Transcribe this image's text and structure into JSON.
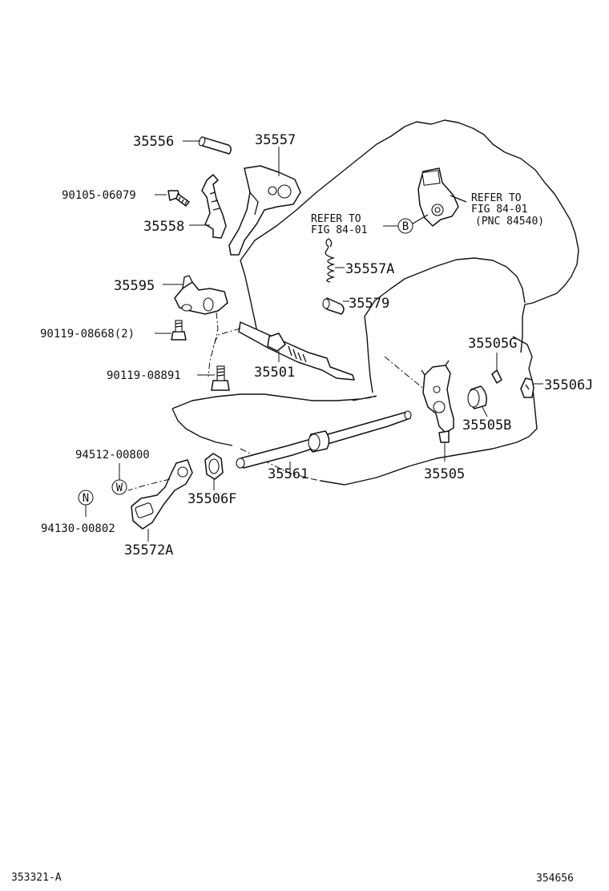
{
  "parts": {
    "p35556": "35556",
    "p35557": "35557",
    "p90105": "90105-06079",
    "p35558": "35558",
    "p35595": "35595",
    "p90119_08668": "90119-08668(2)",
    "p90119_08891": "90119-08891",
    "p35501": "35501",
    "p35557A": "35557A",
    "p35579": "35579",
    "p35505G": "35505G",
    "p35506J": "35506J",
    "p35505B": "35505B",
    "p35505": "35505",
    "p35561": "35561",
    "p35506F": "35506F",
    "p94512": "94512-00800",
    "p94130": "94130-00802",
    "p35572A": "35572A"
  },
  "refs": {
    "left": {
      "line1": "REFER TO",
      "line2": "FIG 84-01",
      "symbol": "B"
    },
    "right": {
      "line1": "REFER TO",
      "line2": "FIG 84-01",
      "line3": "(PNC 84540)"
    }
  },
  "symbols": {
    "w": "W",
    "n": "N"
  },
  "footer": {
    "left": "353321-A",
    "right": "354656"
  }
}
